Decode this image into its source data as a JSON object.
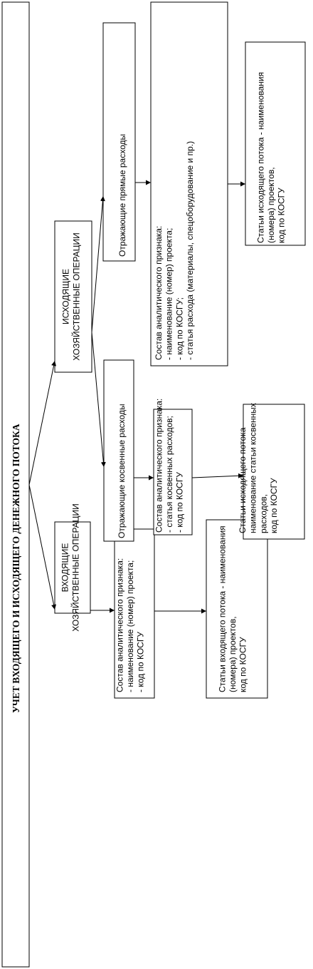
{
  "title": "УЧЕТ ВХОДЯЩЕГО И ИСХОДЯЩЕГО ДЕНЕЖНОГО ПОТОКА",
  "nodes": {
    "incoming_ops": [
      "ВХОДЯЩИЕ",
      "ХОЗЯЙСТВЕННЫЕ ОПЕРАЦИИ"
    ],
    "incoming_analytics": [
      "Состав аналитического признака:",
      "- наименование (номер) проекта;",
      "- код по КОСГУ"
    ],
    "incoming_items": [
      "Статьи входящего потока - наименования",
      "(номера) проектов,",
      "код по КОСГУ"
    ],
    "outgoing_ops": [
      "ИСХОДЯЩИЕ",
      "ХОЗЯЙСТВЕННЫЕ ОПЕРАЦИИ"
    ],
    "indirect": [
      "Отражающие косвенные расходы"
    ],
    "indirect_analytics": [
      "Состав аналитического признака:",
      "- статья косвенных расходов;",
      "- код по КОСГУ"
    ],
    "indirect_items": [
      "Статьи исходящего потока -",
      "наименование статьи косвенных",
      "расходов,",
      "код по КОСГУ"
    ],
    "direct": [
      "Отражающие прямые расходы"
    ],
    "direct_analytics": [
      "Состав аналитического признака:",
      "- наименование (номер) проекта;",
      "- код по КОСГУ;",
      "- статья расхода (материалы, спецоборудование и пр.)"
    ],
    "direct_items": [
      "Статьи исходящего потока - наименования",
      "(номера) проектов,",
      "код по КОСГУ"
    ]
  }
}
